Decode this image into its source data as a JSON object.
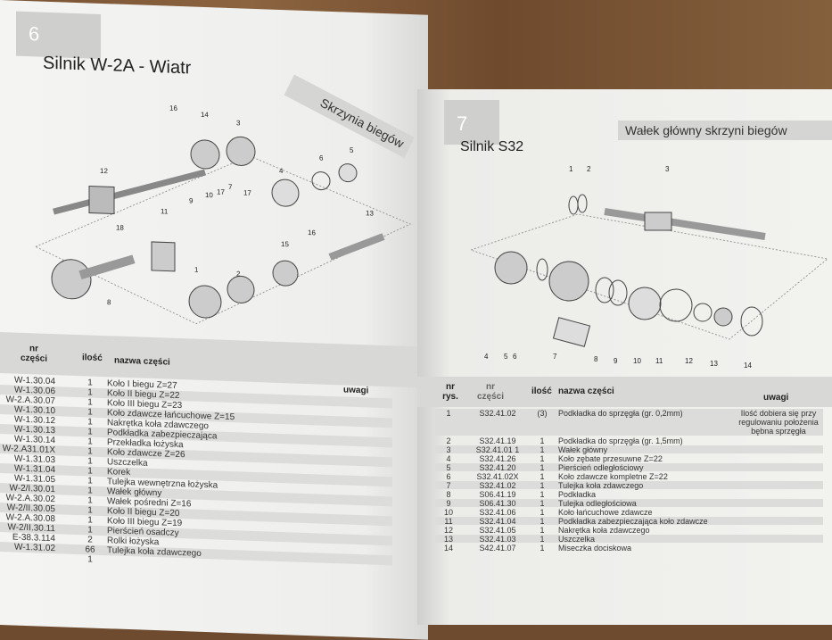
{
  "left_page": {
    "page_number": "6",
    "title": "Silnik W-2A - Wiatr",
    "section": "Skrzynia biegów",
    "diagram_labels": [
      "16",
      "14",
      "3",
      "12",
      "6",
      "5",
      "4",
      "9",
      "10",
      "17",
      "7",
      "11",
      "17",
      "13",
      "18",
      "16",
      "15",
      "2",
      "1",
      "8"
    ],
    "headers": {
      "nr": "nr części",
      "ilosc": "ilość",
      "nazwa": "nazwa części",
      "uwagi": "uwagi"
    },
    "rows": [
      {
        "nr": "W-1.30.04",
        "ilosc": "1",
        "nazwa": "Koło I biegu Z=27"
      },
      {
        "nr": "W-1.30.06",
        "ilosc": "1",
        "nazwa": "Koło II biegu Z=22"
      },
      {
        "nr": "W-2.A.30.07",
        "ilosc": "1",
        "nazwa": "Koło III biegu Z=23"
      },
      {
        "nr": "W-1.30.10",
        "ilosc": "1",
        "nazwa": "Koło zdawcze łańcuchowe Z=15"
      },
      {
        "nr": "W-1.30.12",
        "ilosc": "1",
        "nazwa": "Nakrętka koła zdawczego"
      },
      {
        "nr": "W-1.30.13",
        "ilosc": "1",
        "nazwa": "Podkładka zabezpieczająca"
      },
      {
        "nr": "W-1.30.14",
        "ilosc": "1",
        "nazwa": "Przekładka łożyska"
      },
      {
        "nr": "W-2.A31.01X",
        "ilosc": "1",
        "nazwa": "Koło zdawcze Z=26"
      },
      {
        "nr": "W-1.31.03",
        "ilosc": "1",
        "nazwa": "Uszczelka"
      },
      {
        "nr": "W-1.31.04",
        "ilosc": "1",
        "nazwa": "Korek"
      },
      {
        "nr": "W-1.31.05",
        "ilosc": "1",
        "nazwa": "Tulejka wewnętrzna łożyska"
      },
      {
        "nr": "W-2/I.30.01",
        "ilosc": "1",
        "nazwa": "Wałek główny"
      },
      {
        "nr": "W-2.A.30.02",
        "ilosc": "1",
        "nazwa": "Wałek pośredni Z=16"
      },
      {
        "nr": "W-2/II.30.05",
        "ilosc": "1",
        "nazwa": "Koło II biegu Z=20"
      },
      {
        "nr": "W-2.A.30.08",
        "ilosc": "1",
        "nazwa": "Koło III biegu Z=19"
      },
      {
        "nr": "W-2/II.30.11",
        "ilosc": "1",
        "nazwa": "Pierścień osadczy"
      },
      {
        "nr": "E-38.3.114",
        "ilosc": "2",
        "nazwa": "Rolki łożyska"
      },
      {
        "nr": "W-1.31.02",
        "ilosc": "66",
        "nazwa": "Tulejka koła zdawczego"
      },
      {
        "nr": "",
        "ilosc": "1",
        "nazwa": ""
      }
    ]
  },
  "right_page": {
    "page_number": "7",
    "title": "Silnik S32",
    "section": "Wałek główny skrzyni biegów",
    "diagram_labels": [
      "1",
      "2",
      "3",
      "4",
      "5",
      "6",
      "7",
      "8",
      "9",
      "10",
      "11",
      "12",
      "13",
      "14"
    ],
    "headers": {
      "nr": "nr rys.",
      "czesc": "nr części",
      "ilosc": "ilość",
      "nazwa": "nazwa części",
      "uwagi": "uwagi"
    },
    "rows": [
      {
        "nr": "1",
        "czesc": "S32.41.02",
        "ilosc": "(3)",
        "nazwa": "Podkładka do sprzęgła (gr. 0,2mm)",
        "uwagi": "Ilość dobiera się przy regulowaniu położenia bębna sprzęgła"
      },
      {
        "nr": "2",
        "czesc": "S32.41.19",
        "ilosc": "1",
        "nazwa": "Podkładka do sprzęgła (gr. 1,5mm)",
        "uwagi": ""
      },
      {
        "nr": "3",
        "czesc": "S32.41.01 1",
        "ilosc": "1",
        "nazwa": "Wałek główny",
        "uwagi": ""
      },
      {
        "nr": "4",
        "czesc": "S32.41.26",
        "ilosc": "1",
        "nazwa": "Koło zębate przesuwne Z=22",
        "uwagi": ""
      },
      {
        "nr": "5",
        "czesc": "S32.41.20",
        "ilosc": "1",
        "nazwa": "Pierścień odległościowy",
        "uwagi": ""
      },
      {
        "nr": "6",
        "czesc": "S32.41.02X",
        "ilosc": "1",
        "nazwa": "Koło zdawcze kompletne Z=22",
        "uwagi": ""
      },
      {
        "nr": "7",
        "czesc": "S32.41.02",
        "ilosc": "1",
        "nazwa": "Tulejka koła zdawczego",
        "uwagi": ""
      },
      {
        "nr": "8",
        "czesc": "S06.41.19",
        "ilosc": "1",
        "nazwa": "Podkładka",
        "uwagi": ""
      },
      {
        "nr": "9",
        "czesc": "S06.41.30",
        "ilosc": "1",
        "nazwa": "Tulejka odległościowa",
        "uwagi": ""
      },
      {
        "nr": "10",
        "czesc": "S32.41.06",
        "ilosc": "1",
        "nazwa": "Koło łańcuchowe zdawcze",
        "uwagi": ""
      },
      {
        "nr": "11",
        "czesc": "S32.41.04",
        "ilosc": "1",
        "nazwa": "Podkładka zabezpieczająca koło zdawcze",
        "uwagi": ""
      },
      {
        "nr": "12",
        "czesc": "S32.41.05",
        "ilosc": "1",
        "nazwa": "Nakrętka koła zdawczego",
        "uwagi": ""
      },
      {
        "nr": "13",
        "czesc": "S32.41.03",
        "ilosc": "1",
        "nazwa": "Uszczelka",
        "uwagi": ""
      },
      {
        "nr": "14",
        "czesc": "S42.41.07",
        "ilosc": "1",
        "nazwa": "Miseczka dociskowa",
        "uwagi": ""
      }
    ]
  }
}
